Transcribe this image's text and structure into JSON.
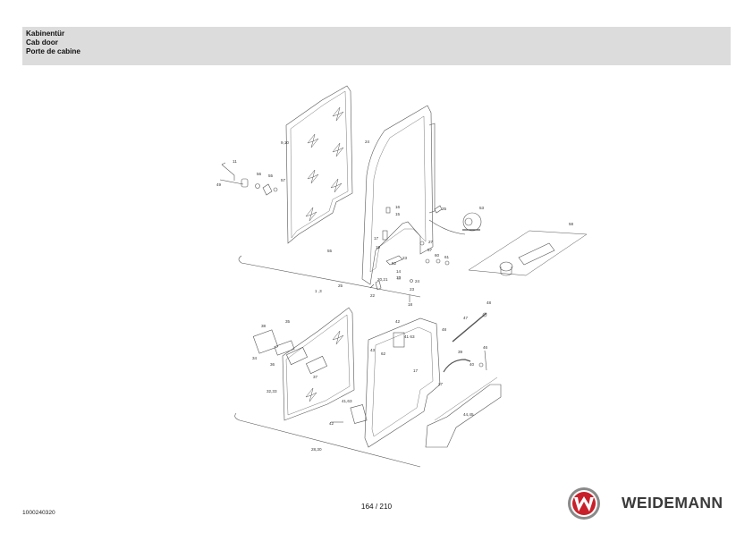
{
  "header": {
    "title_de": "Kabinentür",
    "title_en": "Cab door",
    "title_fr": "Porte de cabine"
  },
  "footer": {
    "doc_number": "1000240320",
    "page_indicator": "164 / 210",
    "brand_name": "WEIDEMANN",
    "logo_icon": "weidemann-w-logo-icon"
  },
  "callouts": {
    "c1": "9,10",
    "c2": "24",
    "c3": "11",
    "c4": "56",
    "c5": "55",
    "c6": "57",
    "c7": "49",
    "c8": "16",
    "c9": "15",
    "c10": "25",
    "c11": "53",
    "c12": "58",
    "c13": "17",
    "c14": "19",
    "c15": "27",
    "c16": "23",
    "c17": "52",
    "c18": "57",
    "c19": "60",
    "c20": "61",
    "c21": "55",
    "c22": "14",
    "c23": "20,21",
    "c24": "13",
    "c25": "24",
    "c26": "25",
    "c27": "22",
    "c28": "23",
    "c29": "18",
    "c30": "1 ,3",
    "c31": "48",
    "c32": "47",
    "c33": "42",
    "c34": "41 63",
    "c35": "38",
    "c36": "35",
    "c37": "48",
    "c38": "43",
    "c39": "62",
    "c40": "34",
    "c41": "36",
    "c42": "37",
    "c43": "39",
    "c44": "40",
    "c45": "46",
    "c46": "17",
    "c47": "27",
    "c48": "32,33",
    "c49": "41,63",
    "c50": "42",
    "c51": "44,45",
    "c52": "28,30"
  },
  "colors": {
    "header_band": "#dcdcdc",
    "line_art": "#555555",
    "logo_red": "#c8202a",
    "brand_text": "#3a3a3a"
  }
}
